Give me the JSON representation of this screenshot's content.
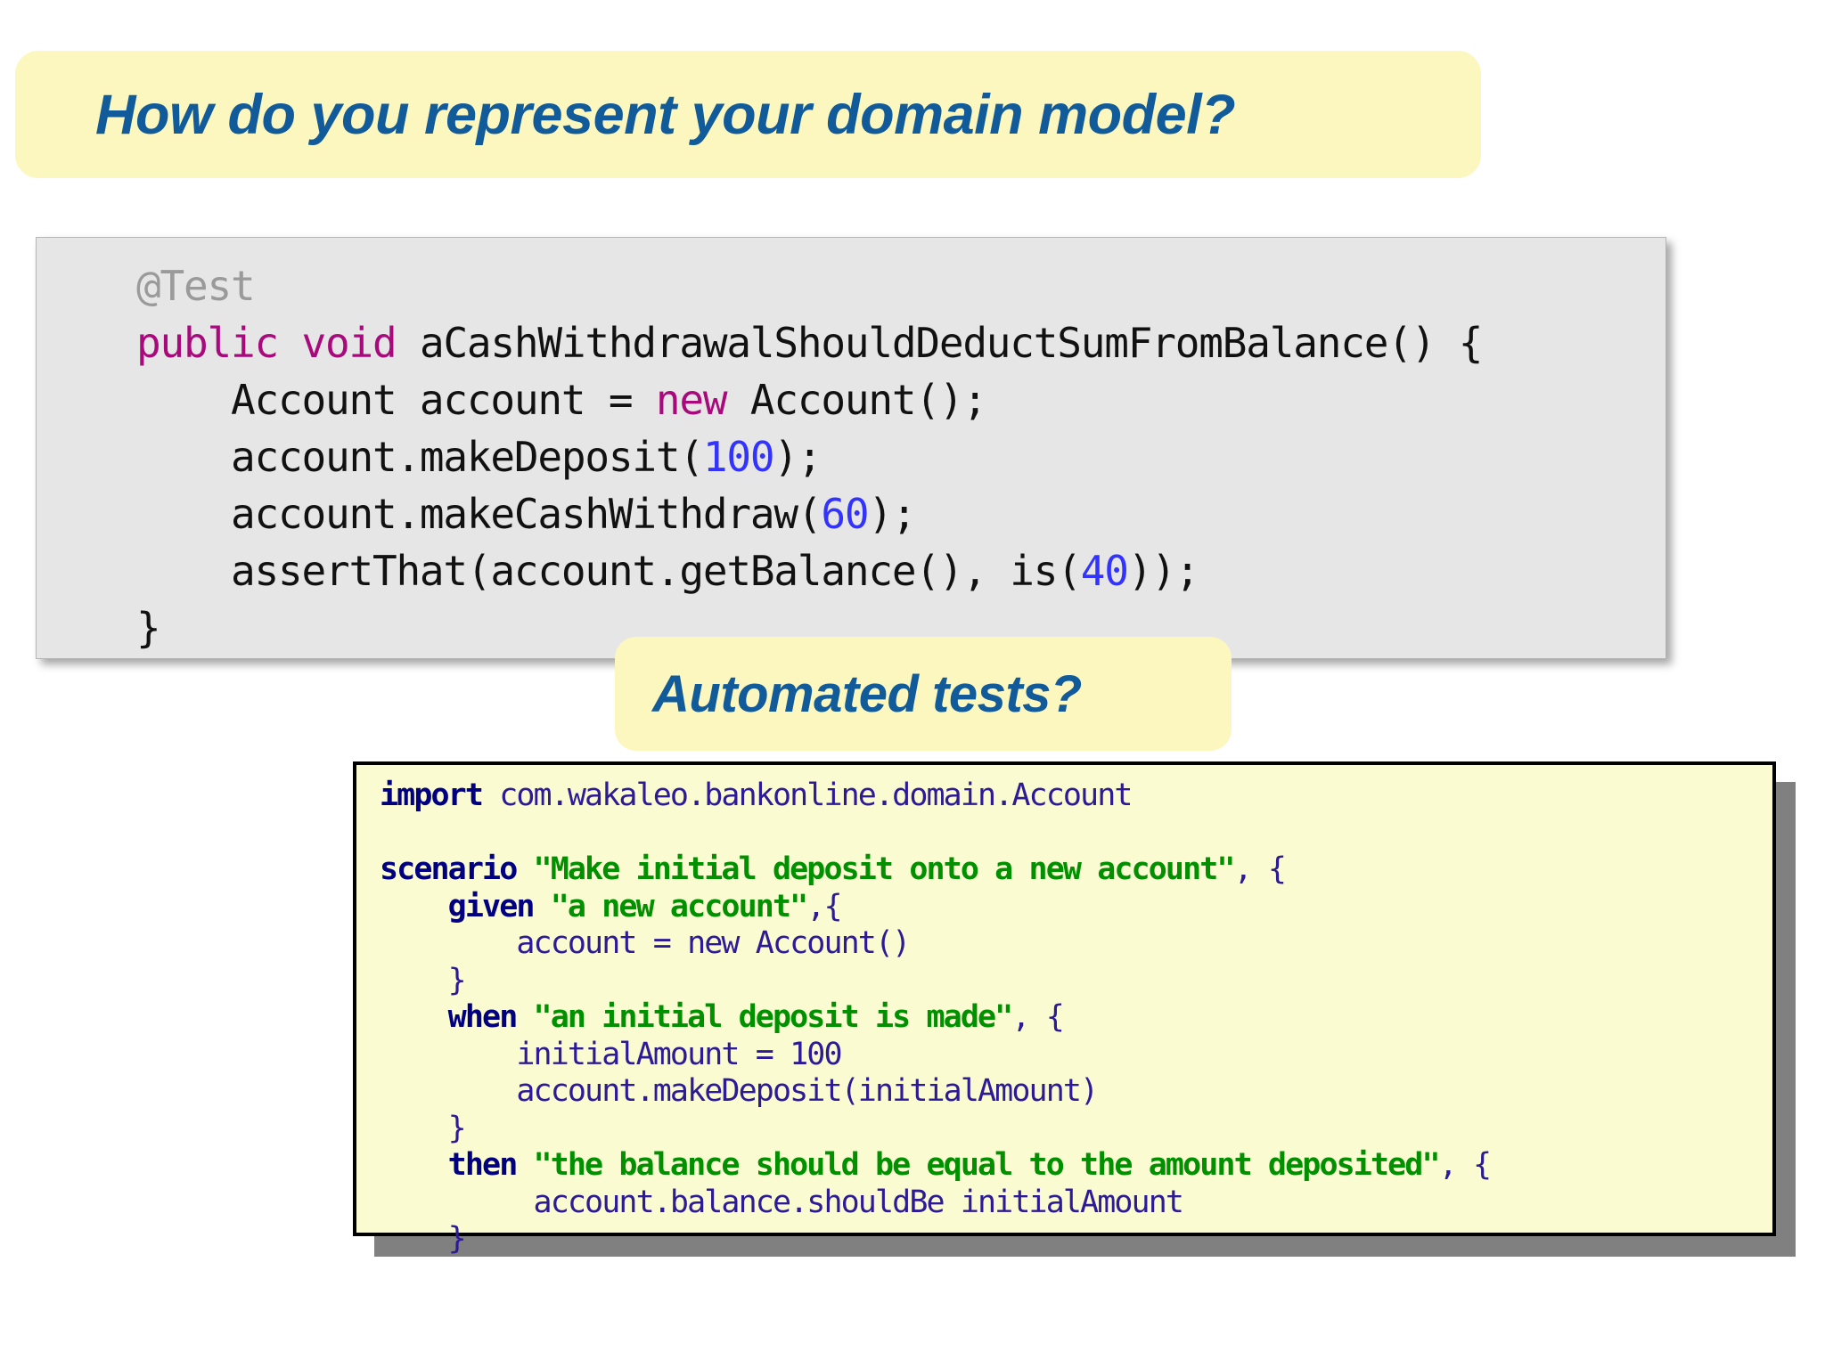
{
  "slide": {
    "title_callout": "How do you represent your domain model?",
    "subtitle_callout": "Automated tests?",
    "colors": {
      "callout_background": "#fcf7bf",
      "callout_text": "#115b9a",
      "java_box_background": "#e6e6e6",
      "groovy_box_background": "#fbfbd2",
      "groovy_box_border": "#000000",
      "groovy_box_shadow": "#808080",
      "java_keyword": "#a80a7c",
      "java_number": "#3333ff",
      "java_annotation": "#9a9a9a",
      "groovy_keyword": "#000080",
      "groovy_string": "#009000",
      "groovy_identifier": "#2d1a96"
    }
  },
  "java_code": {
    "language": "Java",
    "lines": [
      {
        "id": "l1",
        "segments": [
          {
            "text": "@Test",
            "kind": "annotation"
          }
        ]
      },
      {
        "id": "l2",
        "segments": [
          {
            "text": "public",
            "kind": "keyword"
          },
          {
            "text": " ",
            "kind": "plain"
          },
          {
            "text": "void",
            "kind": "keyword"
          },
          {
            "text": " aCashWithdrawalShouldDeductSumFromBalance() {",
            "kind": "plain"
          }
        ]
      },
      {
        "id": "l3",
        "segments": [
          {
            "text": "    Account account = ",
            "kind": "plain"
          },
          {
            "text": "new",
            "kind": "keyword"
          },
          {
            "text": " Account();",
            "kind": "plain"
          }
        ]
      },
      {
        "id": "l4",
        "segments": [
          {
            "text": "    account.makeDeposit(",
            "kind": "plain"
          },
          {
            "text": "100",
            "kind": "number"
          },
          {
            "text": ");",
            "kind": "plain"
          }
        ]
      },
      {
        "id": "l5",
        "segments": [
          {
            "text": "    account.makeCashWithdraw(",
            "kind": "plain"
          },
          {
            "text": "60",
            "kind": "number"
          },
          {
            "text": ");",
            "kind": "plain"
          }
        ]
      },
      {
        "id": "l6",
        "segments": [
          {
            "text": "    assertThat(account.getBalance(), is(",
            "kind": "plain"
          },
          {
            "text": "40",
            "kind": "number"
          },
          {
            "text": "));",
            "kind": "plain"
          }
        ]
      },
      {
        "id": "l7",
        "segments": [
          {
            "text": "}",
            "kind": "plain"
          }
        ]
      }
    ]
  },
  "groovy_code": {
    "language": "Groovy / easyb",
    "lines": [
      {
        "id": "g1",
        "segments": [
          {
            "text": "import",
            "kind": "keyword"
          },
          {
            "text": " com.wakaleo.bankonline.domain.Account",
            "kind": "plain"
          }
        ]
      },
      {
        "id": "g2",
        "segments": [
          {
            "text": "",
            "kind": "plain"
          }
        ]
      },
      {
        "id": "g3",
        "segments": [
          {
            "text": "scenario ",
            "kind": "keyword"
          },
          {
            "text": "\"Make initial deposit onto a new account\"",
            "kind": "string"
          },
          {
            "text": ", {",
            "kind": "plain"
          }
        ]
      },
      {
        "id": "g4",
        "segments": [
          {
            "text": "    given ",
            "kind": "keyword"
          },
          {
            "text": "\"a new account\"",
            "kind": "string"
          },
          {
            "text": ",{",
            "kind": "plain"
          }
        ]
      },
      {
        "id": "g5",
        "segments": [
          {
            "text": "        account = new Account()",
            "kind": "plain"
          }
        ]
      },
      {
        "id": "g6",
        "segments": [
          {
            "text": "    }",
            "kind": "plain"
          }
        ]
      },
      {
        "id": "g7",
        "segments": [
          {
            "text": "    when ",
            "kind": "keyword"
          },
          {
            "text": "\"an initial deposit is made\"",
            "kind": "string"
          },
          {
            "text": ", {",
            "kind": "plain"
          }
        ]
      },
      {
        "id": "g8",
        "segments": [
          {
            "text": "        initialAmount = 100",
            "kind": "plain"
          }
        ]
      },
      {
        "id": "g9",
        "segments": [
          {
            "text": "        account.makeDeposit(initialAmount)",
            "kind": "plain"
          }
        ]
      },
      {
        "id": "g10",
        "segments": [
          {
            "text": "    }",
            "kind": "plain"
          }
        ]
      },
      {
        "id": "g11",
        "segments": [
          {
            "text": "    then ",
            "kind": "keyword"
          },
          {
            "text": "\"the balance should be equal to the amount deposited\"",
            "kind": "string"
          },
          {
            "text": ", {",
            "kind": "plain"
          }
        ]
      },
      {
        "id": "g12",
        "segments": [
          {
            "text": "         account.balance.shouldBe initialAmount",
            "kind": "plain"
          }
        ]
      },
      {
        "id": "g13",
        "segments": [
          {
            "text": "    }",
            "kind": "plain"
          }
        ]
      }
    ]
  }
}
